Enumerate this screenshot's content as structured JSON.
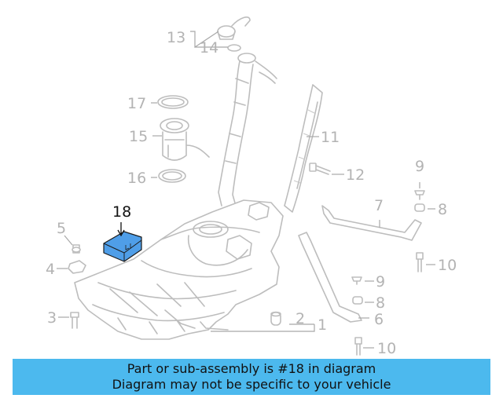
{
  "diagram": {
    "highlighted_part": "18",
    "callouts": {
      "c1": "1",
      "c2": "2",
      "c3": "3",
      "c4": "4",
      "c5": "5",
      "c6": "6",
      "c7": "7",
      "c8a": "8",
      "c8b": "8",
      "c9a": "9",
      "c9b": "9",
      "c10a": "10",
      "c10b": "10",
      "c11": "11",
      "c12": "12",
      "c13": "13",
      "c14": "14",
      "c15": "15",
      "c16": "16",
      "c17": "17",
      "c18": "18"
    },
    "colors": {
      "highlight": "#4f9ee8",
      "banner": "#4cb9ee",
      "lines": "#bdbdbd",
      "callout_text": "#b3b3b3"
    }
  },
  "banner": {
    "line1": "Part or sub-assembly is #18 in diagram",
    "line2": "Diagram may not be specific to your vehicle"
  }
}
